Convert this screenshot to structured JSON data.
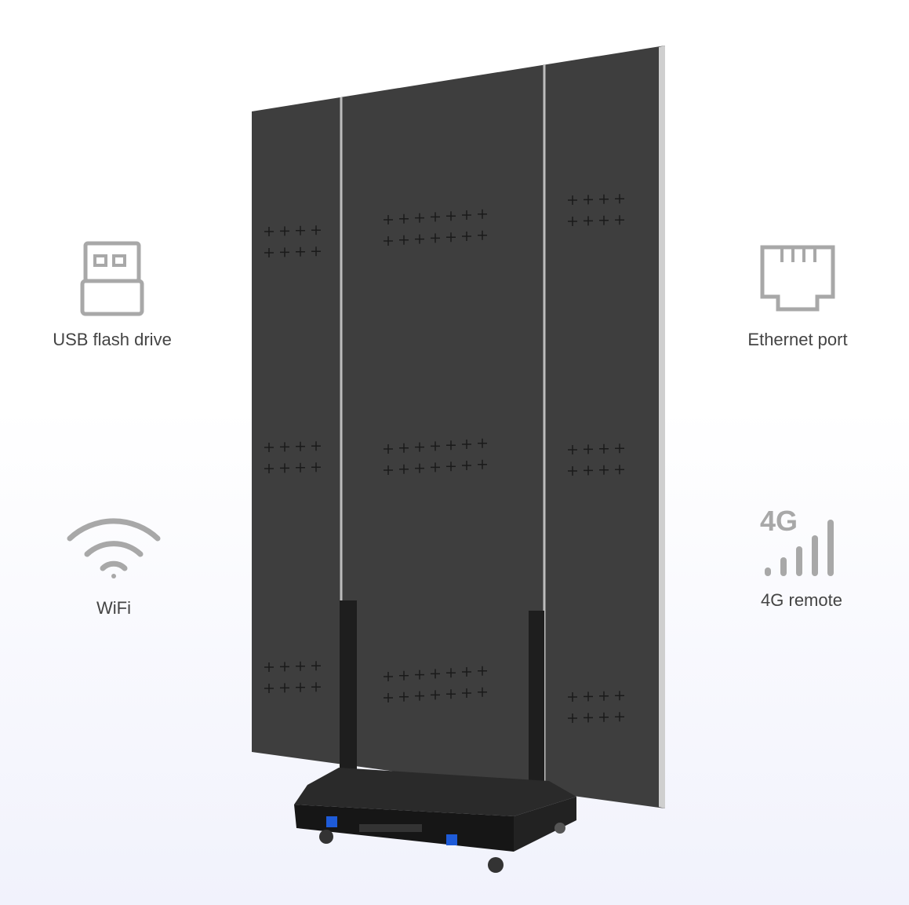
{
  "features": [
    {
      "label": "USB flash drive",
      "icon": "usb-drive-icon"
    },
    {
      "label": "Ethernet port",
      "icon": "ethernet-port-icon"
    },
    {
      "label": "WiFi",
      "icon": "wifi-icon"
    },
    {
      "label": "4G remote",
      "icon": "signal-4g-icon",
      "badge": "4G"
    }
  ],
  "colors": {
    "icon": "#a8a8a8",
    "text": "#444444",
    "panel": "#3d3d3d",
    "connector": "#1e5bd8"
  }
}
